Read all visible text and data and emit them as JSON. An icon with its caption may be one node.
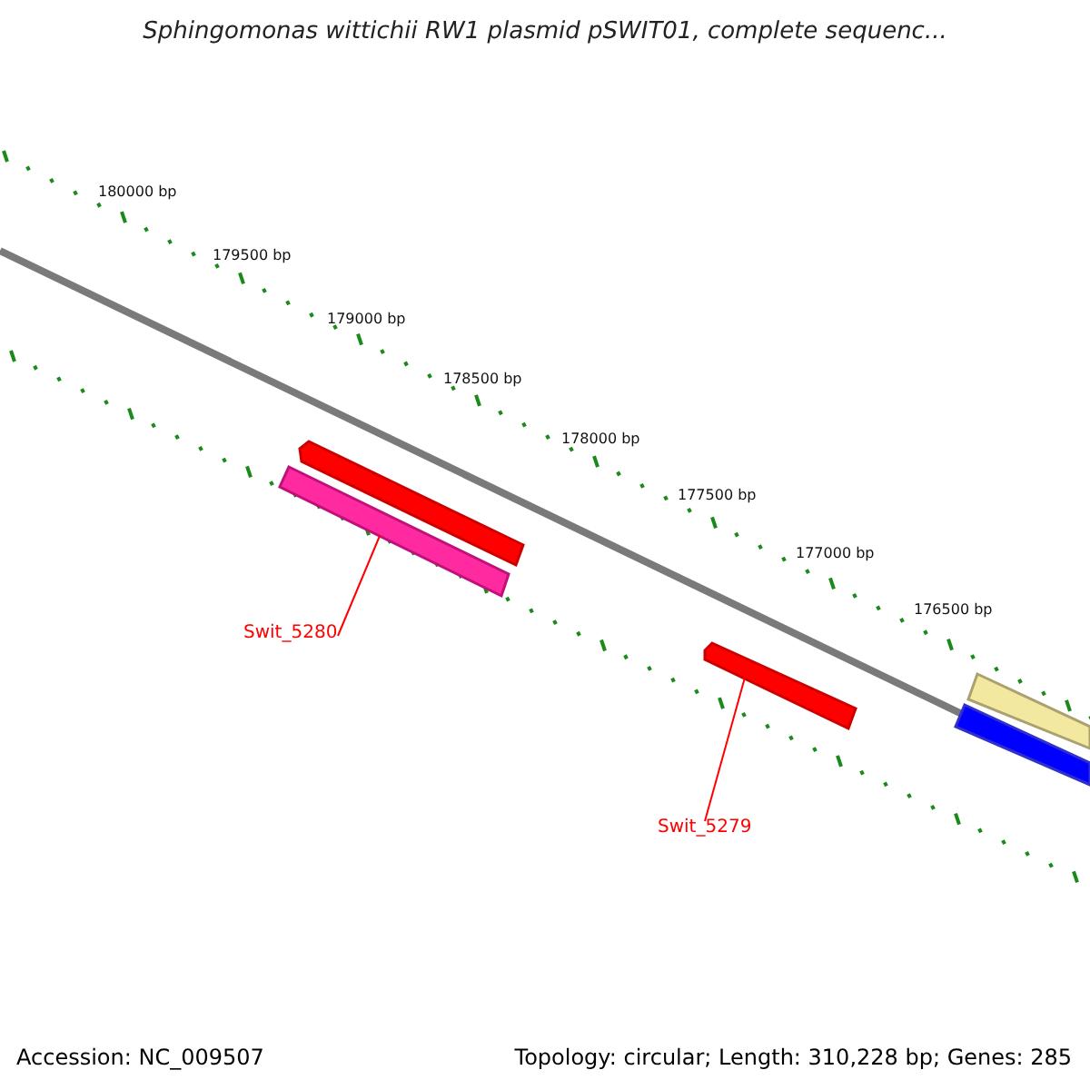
{
  "diagram": {
    "title": "Sphingomonas wittichii RW1 plasmid pSWIT01, complete sequenc...",
    "nodes": [
      {
        "text": [],
        "shape": "bar"
      },
      {
        "text": [],
        "shape": "bar"
      },
      {
        "text": [
          "Swit_5280"
        ]
      },
      {
        "text": [],
        "shape": "bar"
      },
      {
        "text": [
          "Swit_5279"
        ]
      },
      {
        "text": [],
        "shape": "bar"
      },
      {
        "text": [],
        "shape": "bar"
      }
    ],
    "edges": [
      {
        "from": 2,
        "to": 1,
        "arrow": "none"
      },
      {
        "from": 4,
        "to": 3,
        "arrow": "none"
      }
    ],
    "labels": [
      "180000 bp",
      "179500 bp",
      "179000 bp",
      "178500 bp",
      "178000 bp",
      "177500 bp",
      "177000 bp",
      "176500 bp",
      "Accession: NC_009507",
      "Topology: circular; Length: 310,228 bp; Genes: 285"
    ]
  }
}
